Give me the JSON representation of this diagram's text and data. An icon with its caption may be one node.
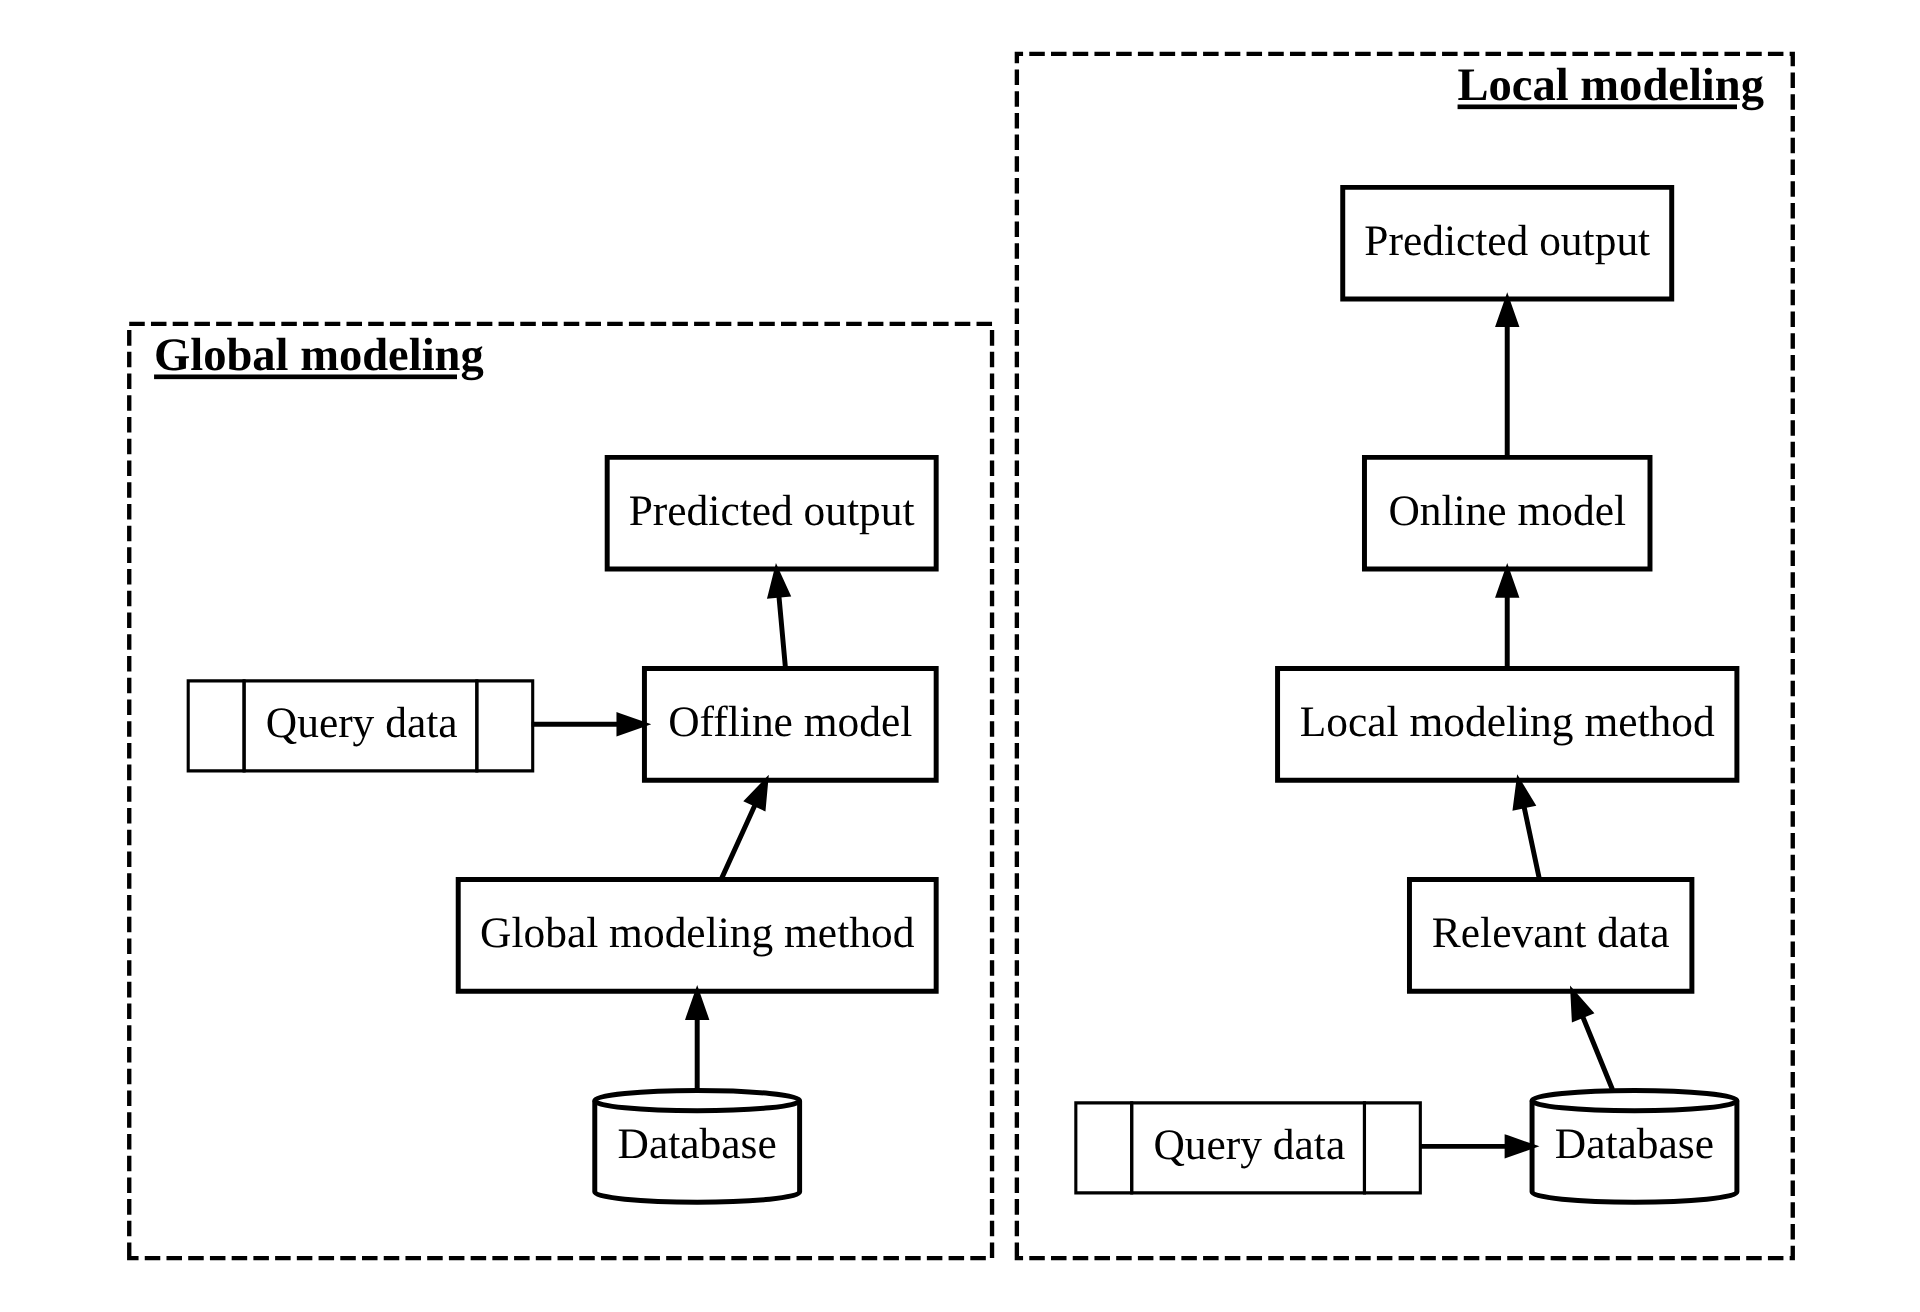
{
  "diagram": {
    "nodes": [
      {
        "text": [
          "Global modeling"
        ]
      },
      {
        "text": [
          "Predicted output"
        ],
        "in": 0
      },
      {
        "text": [
          "Query data"
        ],
        "in": 0
      },
      {
        "text": [
          "Offline model"
        ],
        "in": 0
      },
      {
        "text": [
          "Global modeling method"
        ],
        "in": 0
      },
      {
        "text": [
          "Database"
        ],
        "in": 0
      },
      {
        "text": [
          "Local modeling"
        ]
      },
      {
        "text": [
          "Predicted output"
        ],
        "in": 6
      },
      {
        "text": [
          "Online model"
        ],
        "in": 6
      },
      {
        "text": [
          "Local modeling method"
        ],
        "in": 6
      },
      {
        "text": [
          "Relevant data"
        ],
        "in": 6
      },
      {
        "text": [
          "Database"
        ],
        "in": 6
      },
      {
        "text": [
          "Query data"
        ],
        "in": 6
      }
    ],
    "edges": [
      {
        "from": 2,
        "to": 3,
        "arrow": "to"
      },
      {
        "from": 3,
        "to": 1,
        "arrow": "to"
      },
      {
        "from": 4,
        "to": 3,
        "arrow": "to"
      },
      {
        "from": 5,
        "to": 4,
        "arrow": "to"
      },
      {
        "from": 8,
        "to": 7,
        "arrow": "to"
      },
      {
        "from": 9,
        "to": 8,
        "arrow": "to"
      },
      {
        "from": 10,
        "to": 9,
        "arrow": "to"
      },
      {
        "from": 11,
        "to": 10,
        "arrow": "to"
      },
      {
        "from": 12,
        "to": 11,
        "arrow": "to"
      }
    ]
  }
}
